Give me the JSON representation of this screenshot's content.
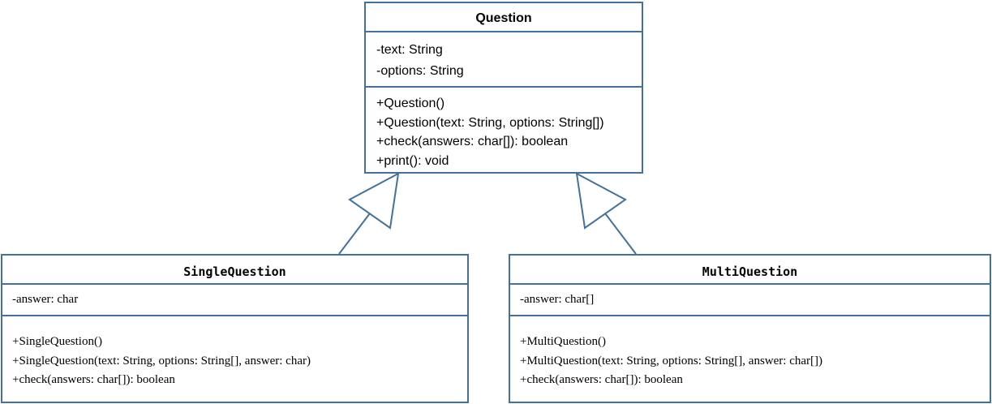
{
  "diagram": {
    "classes": {
      "question": {
        "name": "Question",
        "attributes": [
          "-text: String",
          "-options: String"
        ],
        "operations": [
          "+Question()",
          "+Question(text: String, options: String[])",
          "+check(answers: char[]): boolean",
          "+print(): void"
        ]
      },
      "single": {
        "name": "SingleQuestion",
        "attributes": [
          "-answer: char"
        ],
        "operations": [
          "+SingleQuestion()",
          "+SingleQuestion(text: String, options: String[], answer: char)",
          "+check(answers: char[]): boolean"
        ]
      },
      "multi": {
        "name": "MultiQuestion",
        "attributes": [
          "-answer: char[]"
        ],
        "operations": [
          "+MultiQuestion()",
          "+MultiQuestion(text: String, options: String[], answer: char[])",
          "+check(answers: char[]): boolean"
        ]
      }
    },
    "relationships": [
      {
        "type": "generalization",
        "from": "SingleQuestion",
        "to": "Question"
      },
      {
        "type": "generalization",
        "from": "MultiQuestion",
        "to": "Question"
      }
    ],
    "colors": {
      "border": "#41719c",
      "background": "#ffffff",
      "text": "#000000"
    }
  }
}
